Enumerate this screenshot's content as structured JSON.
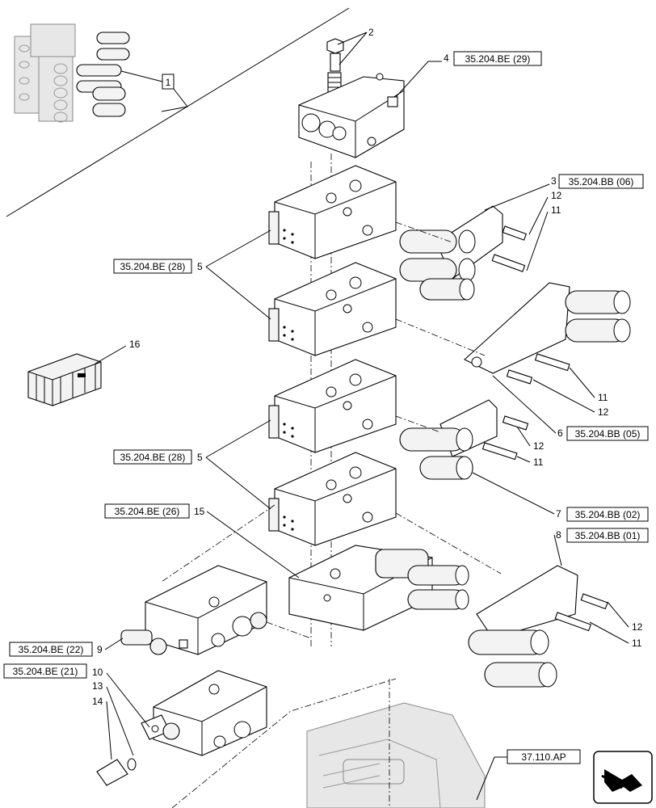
{
  "callouts": {
    "c1": "1",
    "c2": "2",
    "c3": "3",
    "c4": "4",
    "c5a": "5",
    "c5b": "5",
    "c6": "6",
    "c7": "7",
    "c8": "8",
    "c9": "9",
    "c10": "10",
    "c11a": "11",
    "c11b": "11",
    "c11c": "11",
    "c11d": "11",
    "c12a": "12",
    "c12b": "12",
    "c12c": "12",
    "c12d": "12",
    "c13": "13",
    "c14": "14",
    "c15": "15",
    "c16": "16"
  },
  "references": {
    "r_be29": "35.204.BE (29)",
    "r_bb06": "35.204.BB (06)",
    "r_be28a": "35.204.BE (28)",
    "r_bb05": "35.204.BB (05)",
    "r_be28b": "35.204.BE (28)",
    "r_bb02": "35.204.BB (02)",
    "r_be26": "35.204.BE (26)",
    "r_bb01": "35.204.BB (01)",
    "r_be22": "35.204.BE (22)",
    "r_be21": "35.204.BE (21)",
    "r_ap": "37.110.AP"
  },
  "icons": {
    "nav": "navigation-arrow-icon",
    "kit": "packing-crate-icon"
  }
}
